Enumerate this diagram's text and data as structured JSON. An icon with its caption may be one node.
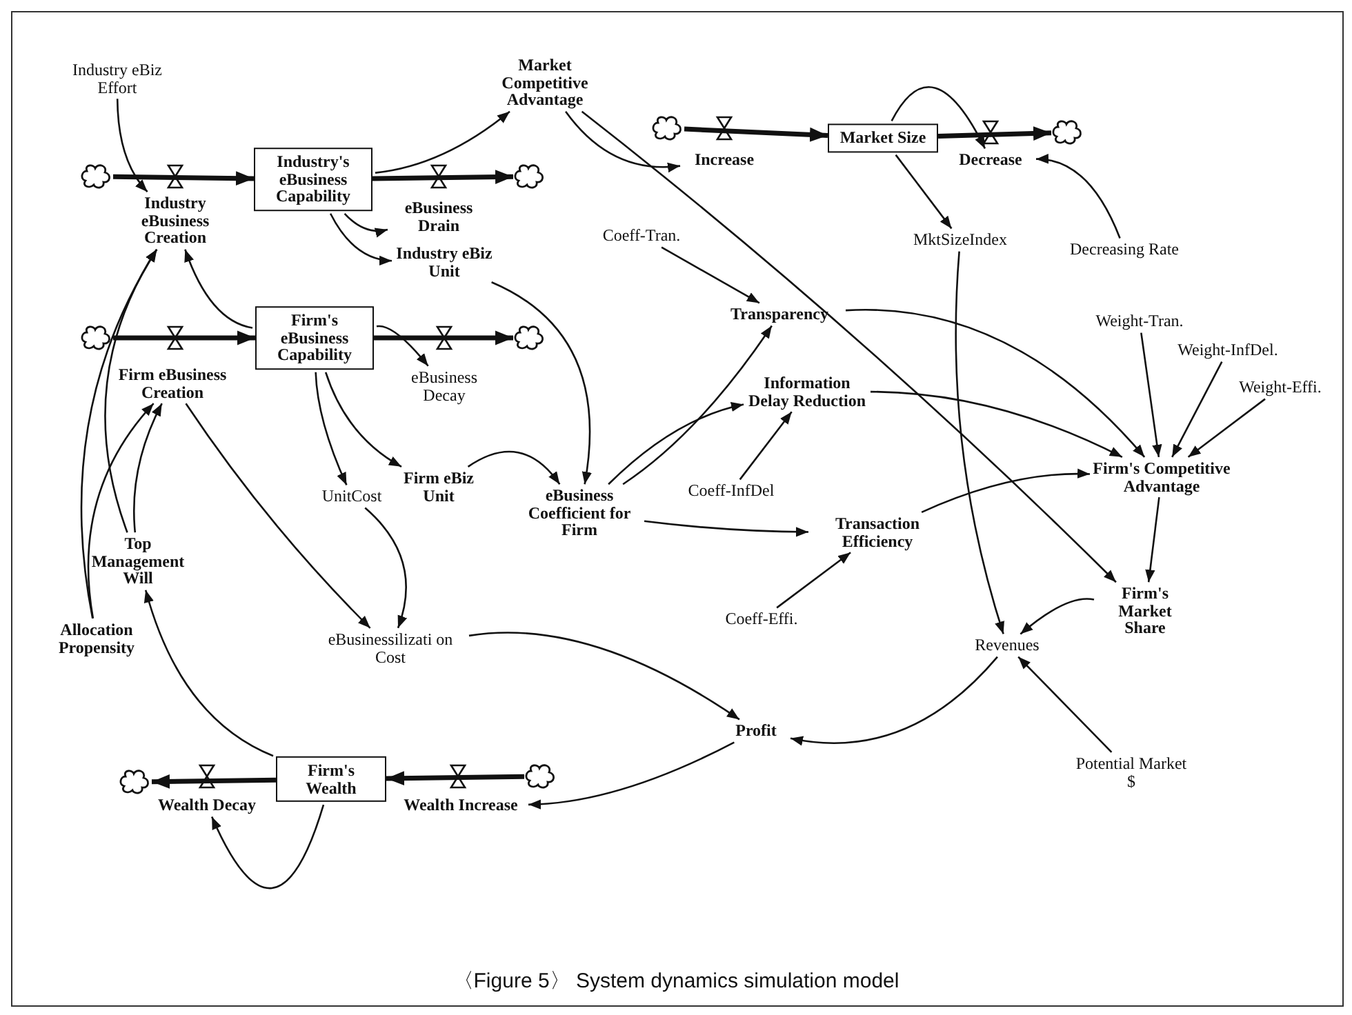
{
  "diagram": {
    "caption": "〈Figure 5〉 System dynamics simulation model",
    "nodes": [
      {
        "text": [
          "Industry eBiz Effort"
        ]
      },
      {
        "text": [],
        "shape": "cloud"
      },
      {
        "text": [
          "Industry eBusiness Creation"
        ]
      },
      {
        "text": [
          "Industry's eBusiness Capability"
        ]
      },
      {
        "text": [],
        "shape": "cloud"
      },
      {
        "text": [
          "eBusiness Drain"
        ]
      },
      {
        "text": [
          "Market Competitive Advantage"
        ]
      },
      {
        "text": [
          "Industry eBiz Unit"
        ]
      },
      {
        "text": [],
        "shape": "cloud"
      },
      {
        "text": [
          "Firm eBusiness Creation"
        ]
      },
      {
        "text": [
          "Firm's eBusiness Capability"
        ]
      },
      {
        "text": [],
        "shape": "cloud"
      },
      {
        "text": [
          "eBusiness Decay"
        ]
      },
      {
        "text": [
          "UnitCost"
        ]
      },
      {
        "text": [
          "Firm eBiz Unit"
        ]
      },
      {
        "text": [
          "eBusiness Coefficient for Firm"
        ]
      },
      {
        "text": [
          "Top Management Will"
        ]
      },
      {
        "text": [
          "Allocation Propensity"
        ]
      },
      {
        "text": [
          "eBusinessilizati on Cost"
        ]
      },
      {
        "text": [],
        "shape": "cloud"
      },
      {
        "text": [
          "Increase"
        ]
      },
      {
        "text": [
          "Market Size"
        ]
      },
      {
        "text": [
          "Decrease"
        ]
      },
      {
        "text": [],
        "shape": "cloud"
      },
      {
        "text": [
          "MktSizeIndex"
        ]
      },
      {
        "text": [
          "Decreasing Rate"
        ]
      },
      {
        "text": [
          "Coeff-Tran."
        ]
      },
      {
        "text": [
          "Transparency"
        ]
      },
      {
        "text": [
          "Information Delay Reduction"
        ]
      },
      {
        "text": [
          "Coeff-InfDel"
        ]
      },
      {
        "text": [
          "Transaction Efficiency"
        ]
      },
      {
        "text": [
          "Coeff-Effi."
        ]
      },
      {
        "text": [
          "Weight-Tran."
        ]
      },
      {
        "text": [
          "Weight-InfDel."
        ]
      },
      {
        "text": [
          "Weight-Effi."
        ]
      },
      {
        "text": [
          "Firm's Competitive Advantage"
        ]
      },
      {
        "text": [
          "Firm's Market Share"
        ]
      },
      {
        "text": [
          "Revenues"
        ]
      },
      {
        "text": [
          "Potential Market $"
        ]
      },
      {
        "text": [
          "Profit"
        ]
      },
      {
        "text": [],
        "shape": "cloud"
      },
      {
        "text": [
          "Wealth Decay"
        ]
      },
      {
        "text": [
          "Firm's Wealth"
        ]
      },
      {
        "text": [
          "Wealth Increase"
        ]
      },
      {
        "text": [],
        "shape": "cloud"
      }
    ],
    "edges": [
      {
        "from": 1,
        "to": 3,
        "arrow": "to",
        "style": "thick"
      },
      {
        "from": 3,
        "to": 4,
        "arrow": "to",
        "style": "thick"
      },
      {
        "from": 8,
        "to": 10,
        "arrow": "to",
        "style": "thick"
      },
      {
        "from": 10,
        "to": 11,
        "arrow": "to",
        "style": "thick"
      },
      {
        "from": 19,
        "to": 21,
        "arrow": "to",
        "style": "thick"
      },
      {
        "from": 21,
        "to": 23,
        "arrow": "to",
        "style": "thick"
      },
      {
        "from": 42,
        "to": 40,
        "arrow": "to",
        "style": "thick"
      },
      {
        "from": 44,
        "to": 42,
        "arrow": "to",
        "style": "thick"
      },
      {
        "from": 0,
        "to": 2,
        "arrow": "to"
      },
      {
        "from": 3,
        "to": 6,
        "arrow": "to"
      },
      {
        "from": 3,
        "to": 5,
        "arrow": "to"
      },
      {
        "from": 3,
        "to": 7,
        "arrow": "to"
      },
      {
        "from": 10,
        "to": 2,
        "arrow": "to"
      },
      {
        "from": 10,
        "to": 12,
        "arrow": "to"
      },
      {
        "from": 10,
        "to": 13,
        "arrow": "to"
      },
      {
        "from": 10,
        "to": 14,
        "arrow": "to"
      },
      {
        "from": 14,
        "to": 15,
        "arrow": "to"
      },
      {
        "from": 7,
        "to": 15,
        "arrow": "to"
      },
      {
        "from": 9,
        "to": 18,
        "arrow": "to"
      },
      {
        "from": 13,
        "to": 18,
        "arrow": "to"
      },
      {
        "from": 16,
        "to": 2,
        "arrow": "to"
      },
      {
        "from": 16,
        "to": 9,
        "arrow": "to"
      },
      {
        "from": 17,
        "to": 2,
        "arrow": "to"
      },
      {
        "from": 17,
        "to": 9,
        "arrow": "to"
      },
      {
        "from": 6,
        "to": 20,
        "arrow": "to"
      },
      {
        "from": 6,
        "to": 36,
        "arrow": "to"
      },
      {
        "from": 21,
        "to": 24,
        "arrow": "to"
      },
      {
        "from": 21,
        "to": 22,
        "arrow": "to"
      },
      {
        "from": 25,
        "to": 22,
        "arrow": "to"
      },
      {
        "from": 26,
        "to": 27,
        "arrow": "to"
      },
      {
        "from": 15,
        "to": 27,
        "arrow": "to"
      },
      {
        "from": 15,
        "to": 28,
        "arrow": "to"
      },
      {
        "from": 15,
        "to": 30,
        "arrow": "to"
      },
      {
        "from": 29,
        "to": 28,
        "arrow": "to"
      },
      {
        "from": 31,
        "to": 30,
        "arrow": "to"
      },
      {
        "from": 27,
        "to": 35,
        "arrow": "to"
      },
      {
        "from": 28,
        "to": 35,
        "arrow": "to"
      },
      {
        "from": 30,
        "to": 35,
        "arrow": "to"
      },
      {
        "from": 32,
        "to": 35,
        "arrow": "to"
      },
      {
        "from": 33,
        "to": 35,
        "arrow": "to"
      },
      {
        "from": 34,
        "to": 35,
        "arrow": "to"
      },
      {
        "from": 35,
        "to": 36,
        "arrow": "to"
      },
      {
        "from": 36,
        "to": 37,
        "arrow": "to"
      },
      {
        "from": 24,
        "to": 37,
        "arrow": "to"
      },
      {
        "from": 38,
        "to": 37,
        "arrow": "to"
      },
      {
        "from": 37,
        "to": 39,
        "arrow": "to"
      },
      {
        "from": 18,
        "to": 39,
        "arrow": "to"
      },
      {
        "from": 39,
        "to": 43,
        "arrow": "to"
      },
      {
        "from": 42,
        "to": 16,
        "arrow": "to"
      },
      {
        "from": 42,
        "to": 41,
        "arrow": "to"
      }
    ]
  }
}
